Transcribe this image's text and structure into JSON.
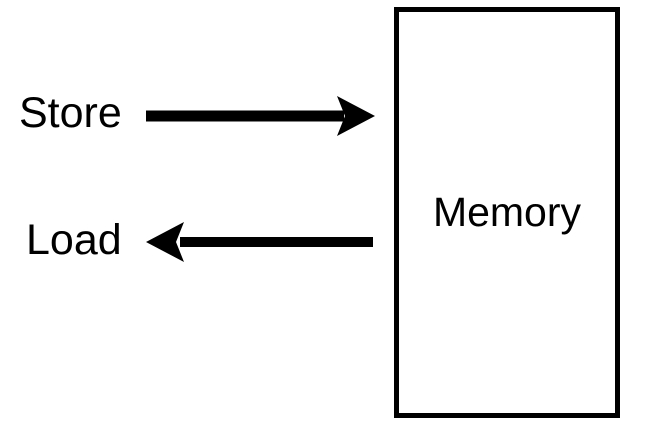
{
  "nodes": [
    {
      "id": "memory",
      "label": "Memory"
    }
  ],
  "edges": [
    {
      "id": "store",
      "label": "Store",
      "direction": "into-memory",
      "arrow": "right"
    },
    {
      "id": "load",
      "label": "Load",
      "direction": "out-of-memory",
      "arrow": "left"
    }
  ],
  "colors": {
    "foreground": "#000000",
    "background": "#ffffff"
  }
}
